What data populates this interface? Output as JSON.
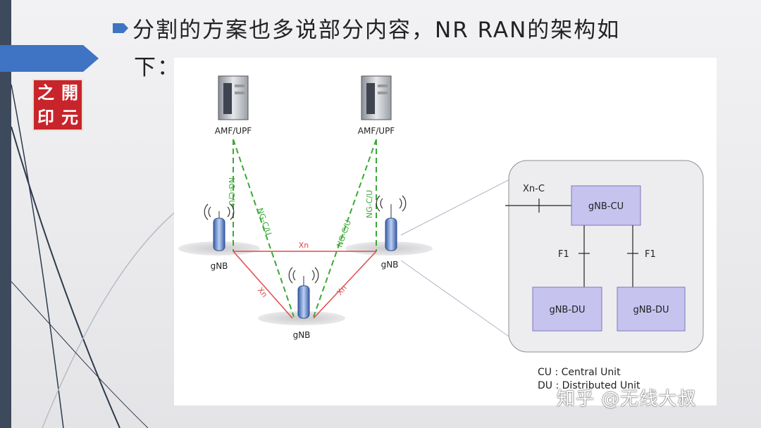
{
  "title": {
    "line1": "分割的方案也多说部分内容，NR RAN的架构如",
    "line2": "下："
  },
  "logo": {
    "chars": [
      "之",
      "開",
      "印",
      "元"
    ]
  },
  "diagram": {
    "core_left": "AMF/UPF",
    "core_right": "AMF/UPF",
    "gnb_left": "gNB",
    "gnb_right": "gNB",
    "gnb_bottom": "gNB",
    "xn_top": "Xn",
    "xn_left": "Xn",
    "xn_right": "Xn",
    "ng_1": "NG-C/U",
    "ng_2": "NG-C/U",
    "ng_3": "NG-C/U",
    "ng_4": "NG-C/U",
    "detail": {
      "xnc": "Xn-C",
      "cu": "gNB-CU",
      "du_left": "gNB-DU",
      "du_right": "gNB-DU",
      "f1_left": "F1",
      "f1_right": "F1"
    },
    "legend_cu": "CU : Central Unit",
    "legend_du": "DU : Distributed Unit"
  },
  "watermark": "知乎 @无线大叔",
  "colors": {
    "accent": "#3f73c4",
    "ng_link": "#3aa935",
    "xn_link": "#e04a4a",
    "unit_box": "#c6c3ef"
  }
}
